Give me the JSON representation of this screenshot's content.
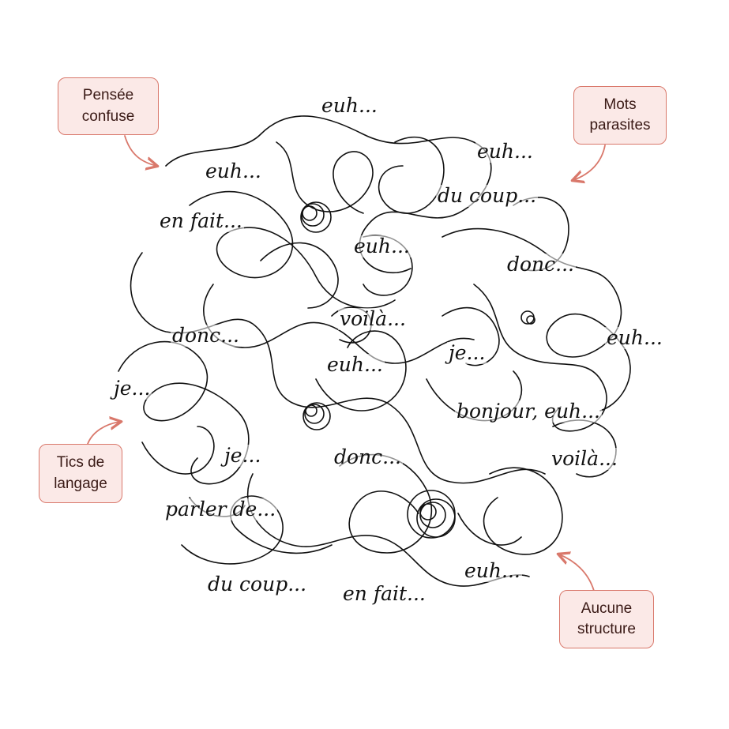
{
  "words": [
    {
      "text": "euh..."
    },
    {
      "text": "euh..."
    },
    {
      "text": "euh..."
    },
    {
      "text": "du coup..."
    },
    {
      "text": "en fait..."
    },
    {
      "text": "euh..."
    },
    {
      "text": "donc..."
    },
    {
      "text": "voilà..."
    },
    {
      "text": "donc..."
    },
    {
      "text": "euh..."
    },
    {
      "text": "je..."
    },
    {
      "text": "euh..."
    },
    {
      "text": "je..."
    },
    {
      "text": "bonjour, euh..."
    },
    {
      "text": "je..."
    },
    {
      "text": "donc..."
    },
    {
      "text": "voilà..."
    },
    {
      "text": "parler de..."
    },
    {
      "text": "euh..."
    },
    {
      "text": "du coup..."
    },
    {
      "text": "en fait..."
    }
  ],
  "callouts": {
    "top_left": {
      "line1": "Pensée",
      "line2": "confuse"
    },
    "top_right": {
      "line1": "Mots",
      "line2": "parasites"
    },
    "bottom_left": {
      "line1": "Tics de",
      "line2": "langage"
    },
    "bottom_right": {
      "line1": "Aucune",
      "line2": "structure"
    }
  },
  "colors": {
    "callout_border": "#d9786b",
    "callout_fill": "#fbe9e7",
    "arrow": "#d9786b",
    "ink": "#111111"
  }
}
